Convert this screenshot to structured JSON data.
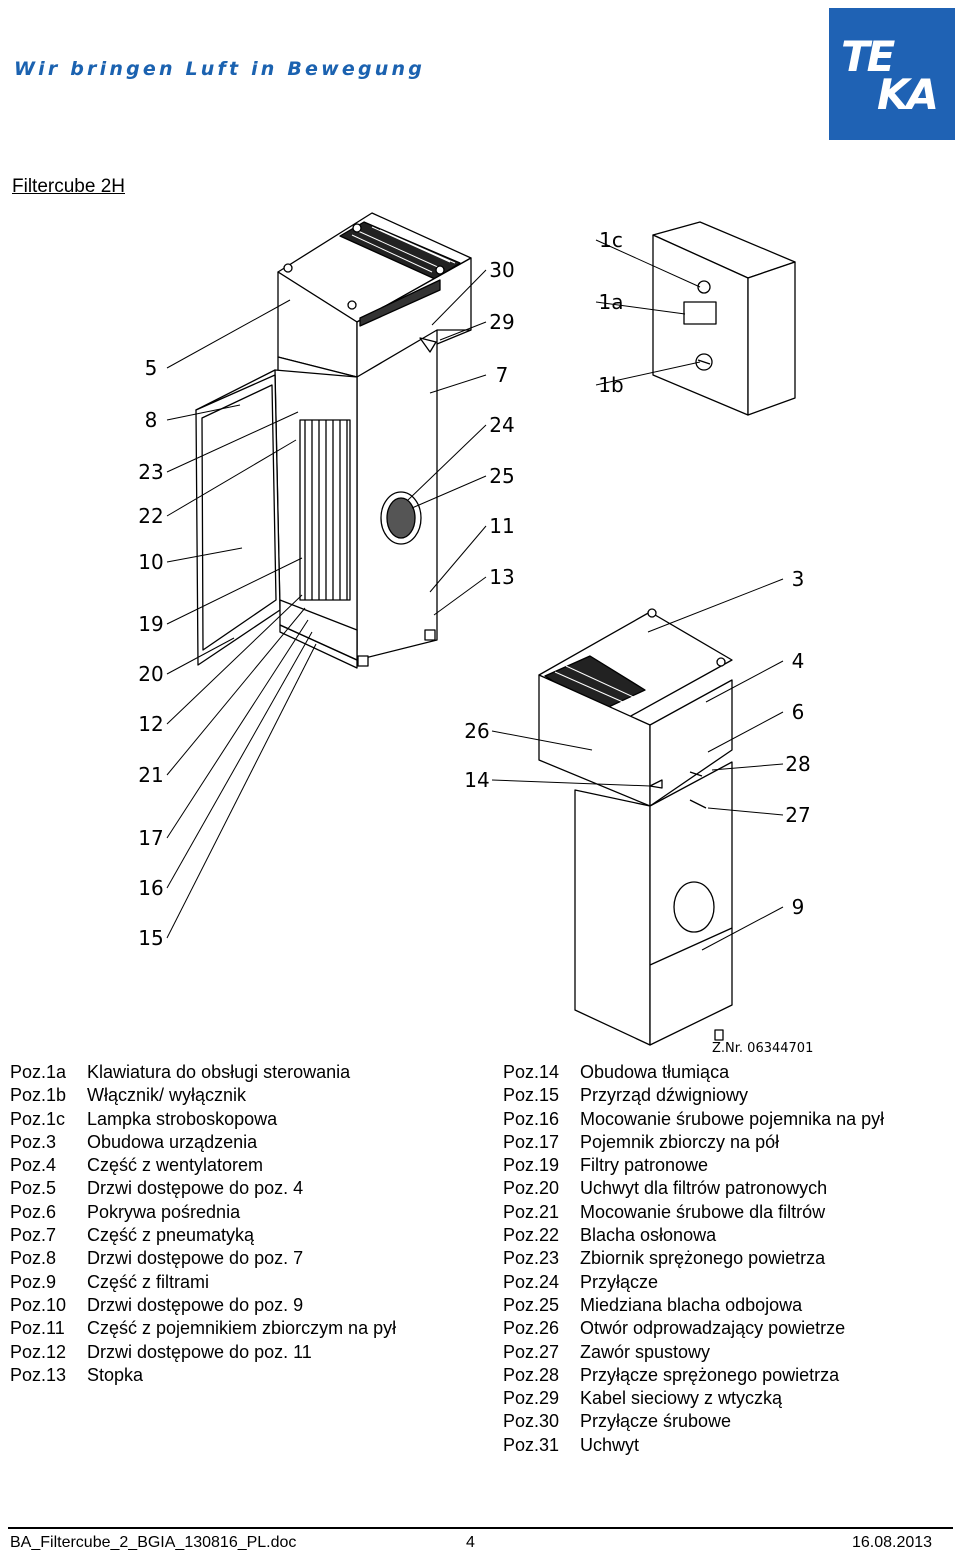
{
  "header": {
    "tagline": "Wir bringen Luft in Bewegung",
    "logo_text": "TEKA",
    "brand_color": "#1f62b4"
  },
  "title": "Filtercube 2H",
  "drawing": {
    "drawing_number": "Z.Nr. 06344701",
    "callouts_left_unit": [
      "30",
      "29",
      "7",
      "24",
      "25",
      "11",
      "13",
      "5",
      "8",
      "23",
      "22",
      "10",
      "19",
      "20",
      "12",
      "21",
      "17",
      "16",
      "15"
    ],
    "callouts_control_box": [
      "1c",
      "1a",
      "1b"
    ],
    "callouts_right_unit": [
      "3",
      "4",
      "6",
      "28",
      "27",
      "9",
      "26",
      "14"
    ]
  },
  "legend_left": [
    {
      "pos": "Poz.1a",
      "desc": "Klawiatura do obsługi sterowania"
    },
    {
      "pos": "Poz.1b",
      "desc": "Włącznik/ wyłącznik"
    },
    {
      "pos": "Poz.1c",
      "desc": "Lampka stroboskopowa"
    },
    {
      "pos": "Poz.3",
      "desc": "Obudowa urządzenia"
    },
    {
      "pos": "Poz.4",
      "desc": "Część z wentylatorem"
    },
    {
      "pos": "Poz.5",
      "desc": "Drzwi dostępowe do poz. 4"
    },
    {
      "pos": "Poz.6",
      "desc": "Pokrywa pośrednia"
    },
    {
      "pos": "Poz.7",
      "desc": "Część z pneumatyką"
    },
    {
      "pos": "Poz.8",
      "desc": "Drzwi dostępowe do poz. 7"
    },
    {
      "pos": "Poz.9",
      "desc": "Część z filtrami"
    },
    {
      "pos": "Poz.10",
      "desc": "Drzwi dostępowe do poz. 9"
    },
    {
      "pos": "Poz.11",
      "desc": "Część z pojemnikiem zbiorczym na pył"
    },
    {
      "pos": "Poz.12",
      "desc": "Drzwi dostępowe do poz. 11"
    },
    {
      "pos": "Poz.13",
      "desc": "Stopka"
    }
  ],
  "legend_right": [
    {
      "pos": "Poz.14",
      "desc": "Obudowa tłumiąca"
    },
    {
      "pos": "Poz.15",
      "desc": "Przyrząd dźwigniowy"
    },
    {
      "pos": "Poz.16",
      "desc": "Mocowanie śrubowe pojemnika na pył"
    },
    {
      "pos": "Poz.17",
      "desc": "Pojemnik zbiorczy na pół"
    },
    {
      "pos": "Poz.19",
      "desc": "Filtry patronowe"
    },
    {
      "pos": "Poz.20",
      "desc": "Uchwyt dla filtrów patronowych"
    },
    {
      "pos": "Poz.21",
      "desc": "Mocowanie śrubowe dla filtrów"
    },
    {
      "pos": "Poz.22",
      "desc": "Blacha osłonowa"
    },
    {
      "pos": "Poz.23",
      "desc": "Zbiornik sprężonego powietrza"
    },
    {
      "pos": "Poz.24",
      "desc": "Przyłącze"
    },
    {
      "pos": "Poz.25",
      "desc": "Miedziana blacha odbojowa"
    },
    {
      "pos": "Poz.26",
      "desc": "Otwór odprowadzający powietrze"
    },
    {
      "pos": "Poz.27",
      "desc": "Zawór spustowy"
    },
    {
      "pos": "Poz.28",
      "desc": "Przyłącze sprężonego powietrza"
    },
    {
      "pos": "Poz.29",
      "desc": "Kabel sieciowy z wtyczką"
    },
    {
      "pos": "Poz.30",
      "desc": "Przyłącze śrubowe"
    },
    {
      "pos": "Poz.31",
      "desc": "Uchwyt"
    }
  ],
  "footer": {
    "filename": "BA_Filtercube_2_BGIA_130816_PL.doc",
    "page": "4",
    "date": "16.08.2013"
  }
}
